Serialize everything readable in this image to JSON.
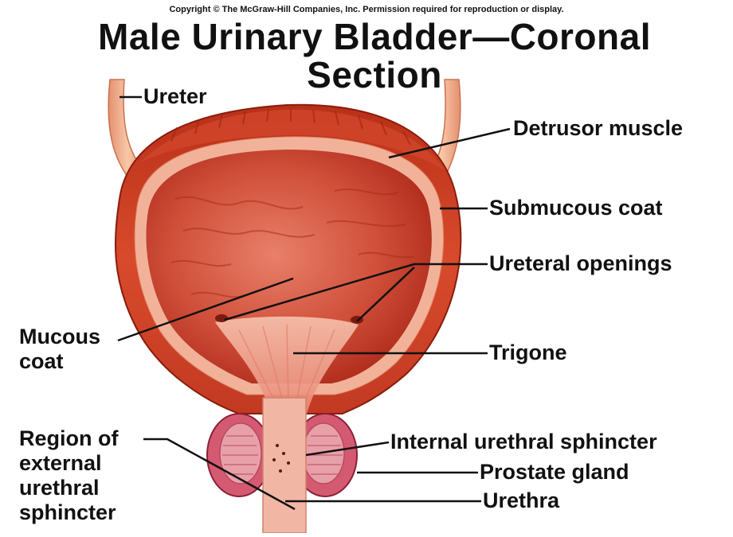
{
  "copyright": "Copyright © The McGraw-Hill Companies, Inc. Permission required for reproduction or display.",
  "title": "Male Urinary Bladder—Coronal Section",
  "labels": {
    "ureter": "Ureter",
    "detrusor_muscle": "Detrusor muscle",
    "submucous_coat": "Submucous coat",
    "ureteral_openings": "Ureteral openings",
    "mucous_coat": "Mucous\ncoat",
    "trigone": "Trigone",
    "region_external_sphincter": "Region of\nexternal\nurethral\nsphincter",
    "internal_sphincter": "Internal urethral sphincter",
    "prostate_gland": "Prostate gland",
    "urethra": "Urethra"
  },
  "colors": {
    "muscle_outer": "#c8361f",
    "muscle_layer": "#e2603f",
    "submucosa": "#f4c0a6",
    "lumen": "#c63a28",
    "lumen_light": "#e8806a",
    "trigone": "#f0a892",
    "ureter": "#efa882",
    "prostate": "#d45a72",
    "leader_line": "#111111"
  }
}
